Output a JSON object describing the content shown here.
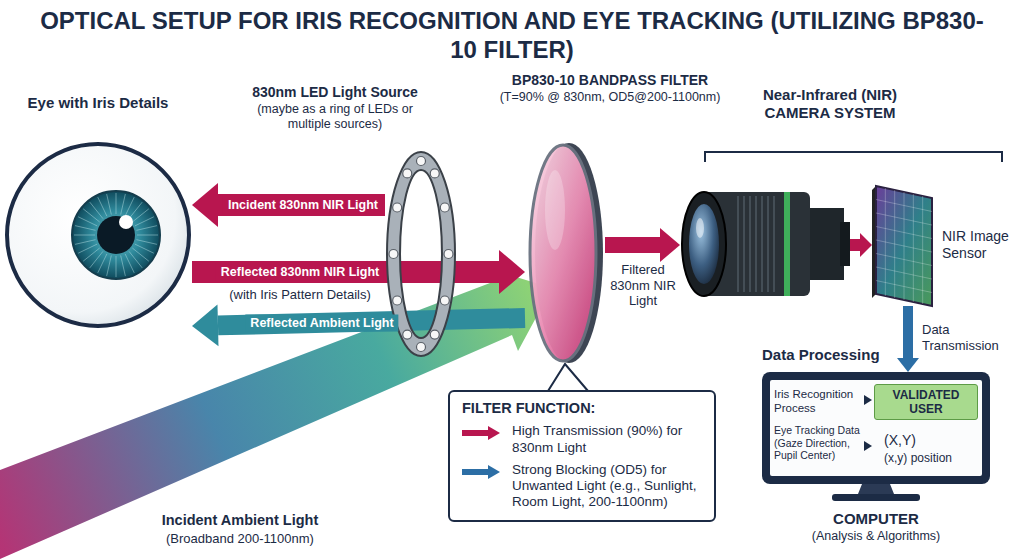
{
  "diagram": {
    "title": "OPTICAL SETUP FOR IRIS RECOGNITION AND EYE TRACKING (UTILIZING BP830-10 FILTER)",
    "nodes": [
      {
        "text": [
          "Eye with Iris Details"
        ]
      },
      {
        "text": [
          "830nm LED Light Source",
          "(maybe as a ring of LEDs or multiple sources)"
        ]
      },
      {
        "text": [
          "BP830-10 BANDPASS FILTER",
          "(T=90% @ 830nm, OD5@200-1100nm)"
        ]
      },
      {
        "text": [
          "Near-Infrared (NIR) CAMERA SYSTEM"
        ]
      },
      {
        "text": [
          "NIR Image Sensor"
        ]
      },
      {
        "text": [
          "Data Processing",
          "COMPUTER",
          "(Analysis & Algorithms)"
        ]
      },
      {
        "text": [
          "VALIDATED USER"
        ],
        "in": 5
      },
      {
        "text": [
          "FILTER FUNCTION:",
          "High Transmission (90%) for 830nm Light",
          "Strong Blocking (OD5) for Unwanted Light (e.g., Sunlight, Room Light, 200-1100nm)"
        ]
      }
    ],
    "edges": [
      {
        "from": 1,
        "to": 0,
        "arrow": "to",
        "label": "Incident 830nm NIR Light"
      },
      {
        "from": 0,
        "to": 2,
        "arrow": "to",
        "label": "Reflected 830nm NIR Light"
      },
      {
        "from": 2,
        "to": 0,
        "arrow": "to",
        "label": "Reflected Ambient Light"
      },
      {
        "from": 2,
        "to": 3,
        "arrow": "to",
        "label": "Filtered 830nm NIR Light"
      },
      {
        "from": 3,
        "to": 4,
        "arrow": "to"
      },
      {
        "from": 4,
        "to": 5,
        "arrow": "to",
        "label": "Data Transmission"
      },
      {
        "from": 7,
        "to": 2,
        "arrow": "none"
      }
    ],
    "labels": [
      "(with Iris Pattern Details)",
      "Incident Ambient Light",
      "(Broadband 200-1100nm)",
      "Iris Recognition Process",
      "Eye Tracking Data (Gaze Direction, Pupil Center)",
      "(X,Y)",
      "(x,y) position"
    ]
  }
}
